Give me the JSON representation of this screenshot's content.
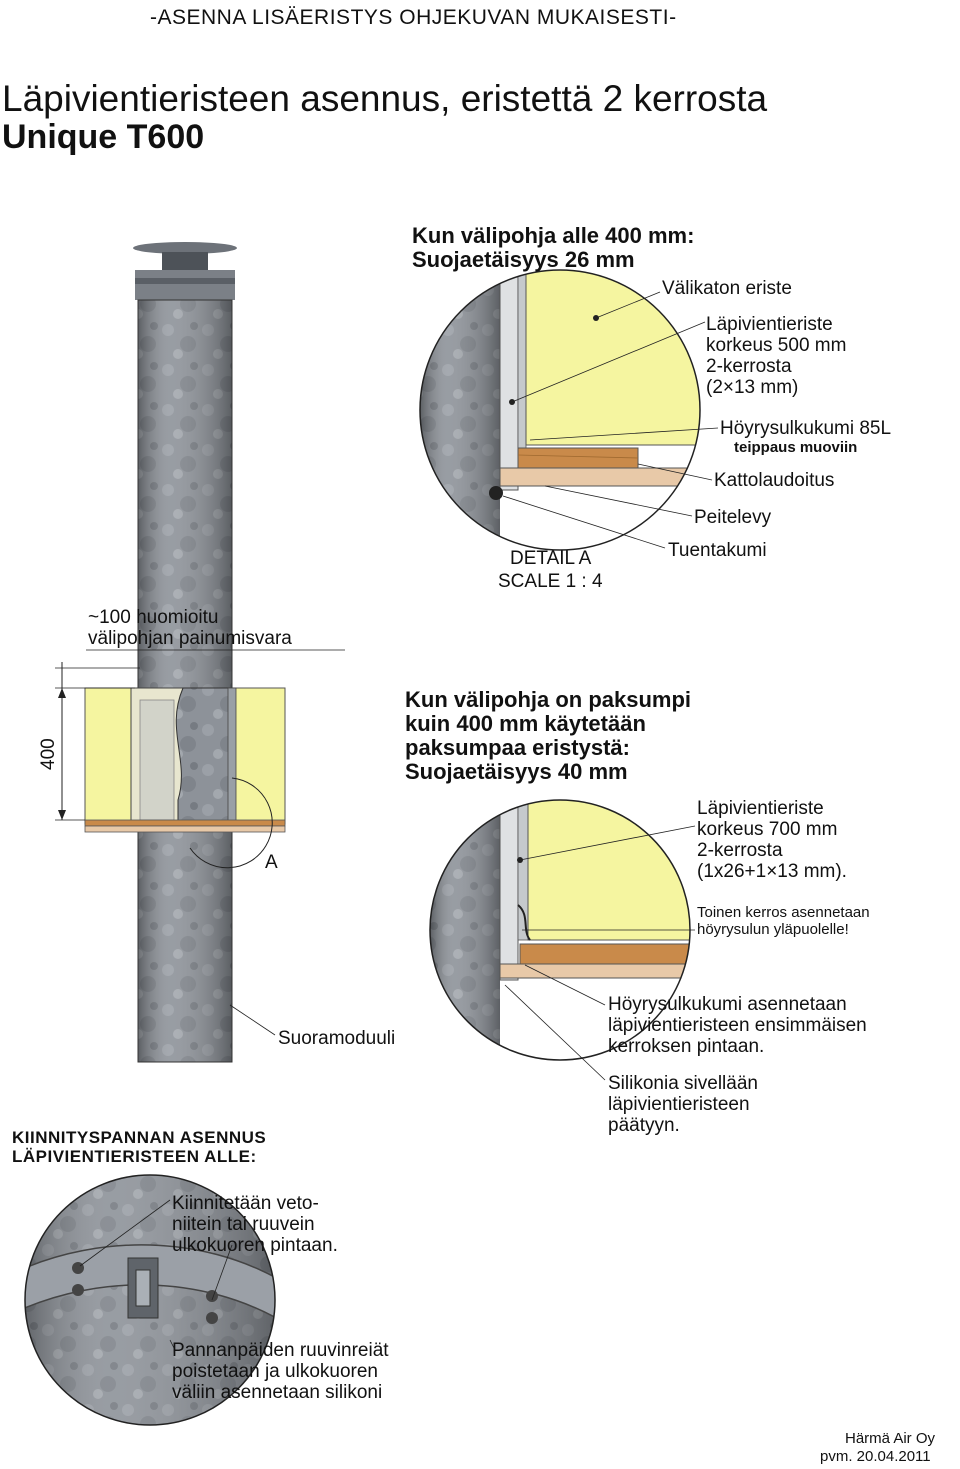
{
  "header": {
    "instruction": "-ASENNA LISÄERISTYS OHJEKUVAN MUKAISESTI-",
    "title": "Läpivientieristeen asennus, eristettä 2 kerrosta",
    "product": "Unique T600"
  },
  "detail_a": {
    "heading_line1": "Kun välipohja alle 400 mm:",
    "heading_line2": "Suojaetäisyys 26 mm",
    "label_valikaton": "Välikaton eriste",
    "label_lapivienti": "Läpivientieriste\nkorkeus 500 mm\n2-kerrosta\n(2×13 mm)",
    "label_hoyry": "Höyrysulkukumi 85L",
    "label_teippaus": "teippaus muoviin",
    "label_katto": "Kattolaudoitus",
    "label_peite": "Peitelevy",
    "label_tuenta": "Tuentakumi",
    "detail_title": "DETAIL A",
    "detail_scale": "SCALE 1 : 4"
  },
  "main_view": {
    "note": "~100    huomioitu\nvälipohjan painumisvara",
    "dim_400": "400",
    "detail_marker": "A",
    "suoramoduuli": "Suoramoduuli"
  },
  "detail_b": {
    "heading": "Kun välipohja on paksumpi\nkuin 400 mm käytetään\npaksumpaa eristystä:\nSuojaetäisyys 40 mm",
    "label_lapivienti": "Läpivientieriste\nkorkeus 700 mm\n2-kerrosta\n(1x26+1×13 mm).",
    "label_toinen": "Toinen kerros asennetaan\nhöyrysulun yläpuolelle!",
    "label_hoyry": "Höyrysulkukumi asennetaan\nläpivientieristeen ensimmäisen\nkerroksen pintaan.",
    "label_silikoni": "Silikonia sivellään\nläpivientieristeen\npäätyyn."
  },
  "clamp": {
    "heading": "KIINNITYSPANNAN ASENNUS\nLÄPIVIENTIERISTEEN ALLE:",
    "label_kiinnitys": "Kiinnitetään veto-\nniitein tai ruuvein\nulkokuoren pintaan.",
    "label_pannan": "Pannanpäiden ruuvinreiät\npoistetaan ja ulkokuoren\nväliin asennetaan silikoni"
  },
  "footer": {
    "company": "Härmä Air Oy",
    "date": "pvm. 20.04.2011"
  },
  "colors": {
    "insulation": "#f5f5a0",
    "wood": "#c98a4a",
    "wood_light": "#e8c9a8",
    "steel": "#8a8f96",
    "steel_dark": "#5a5f66"
  }
}
